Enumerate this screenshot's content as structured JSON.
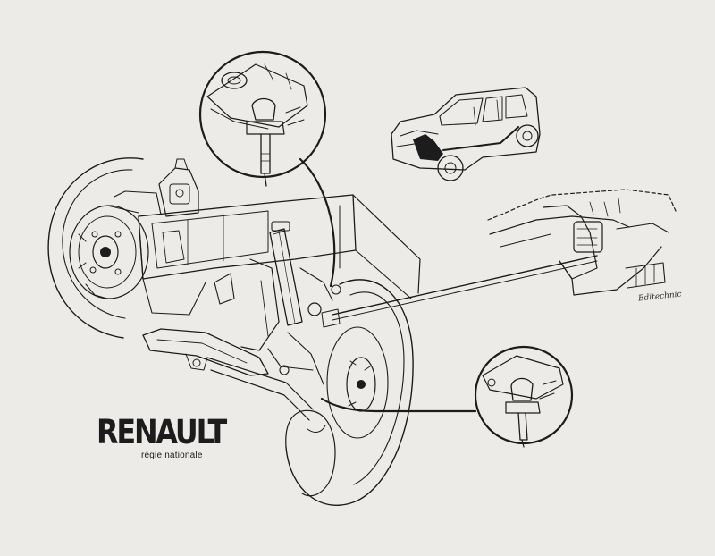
{
  "brand": {
    "name": "RENAULT",
    "tagline": "régie nationale"
  },
  "signature": "Editechnic",
  "colors": {
    "paper": "#ecebe7",
    "ink": "#1c1c1c"
  }
}
